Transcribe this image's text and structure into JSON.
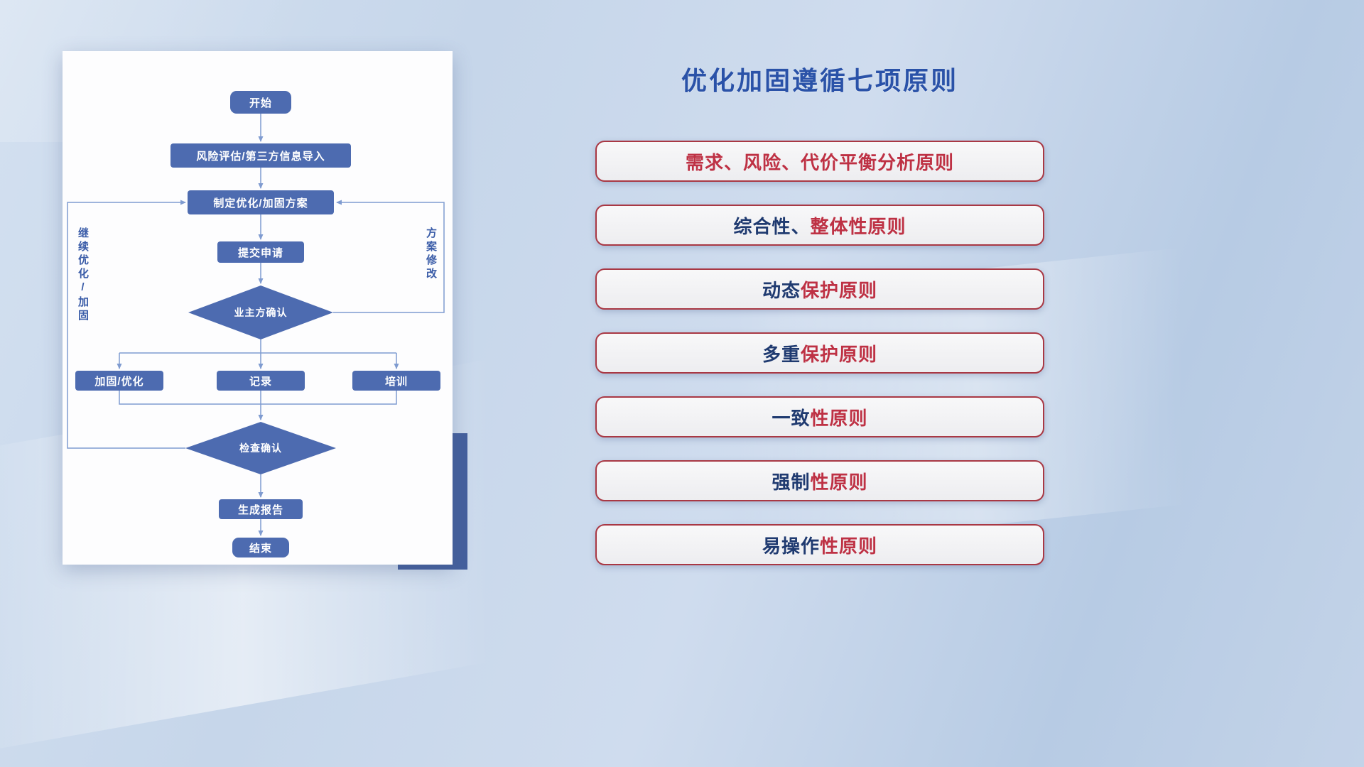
{
  "flowchart": {
    "nodes": {
      "start": "开始",
      "risk_import": "风险评估/第三方信息导入",
      "make_plan": "制定优化/加固方案",
      "submit": "提交申请",
      "owner_confirm": "业主方确认",
      "reinforce": "加固/优化",
      "record": "记录",
      "training": "培训",
      "check_confirm": "检查确认",
      "report": "生成报告",
      "end": "结束"
    },
    "loop_labels": {
      "continue_optimize": "继续优化/加固",
      "plan_revise": "方案修改"
    }
  },
  "principles": {
    "title": "优化加固遵循七项原则",
    "items": [
      {
        "navy": "",
        "red": "需求、风险、代价平衡分析原则"
      },
      {
        "navy": "综合性、",
        "red": "整体性原则"
      },
      {
        "navy": "动态",
        "red": "保护原则"
      },
      {
        "navy": "多重",
        "red": "保护原则"
      },
      {
        "navy": "一致",
        "red": "性原则"
      },
      {
        "navy": "强制",
        "red": "性原则"
      },
      {
        "navy": "易操作",
        "red": "性原则"
      }
    ]
  },
  "colors": {
    "node": "#4d6bb0",
    "line": "#7f9bd0",
    "accent": "#44609d",
    "title": "#2a52a8",
    "navy": "#1f3a70",
    "red": "#be3144",
    "pillBorder": "#a93844"
  }
}
